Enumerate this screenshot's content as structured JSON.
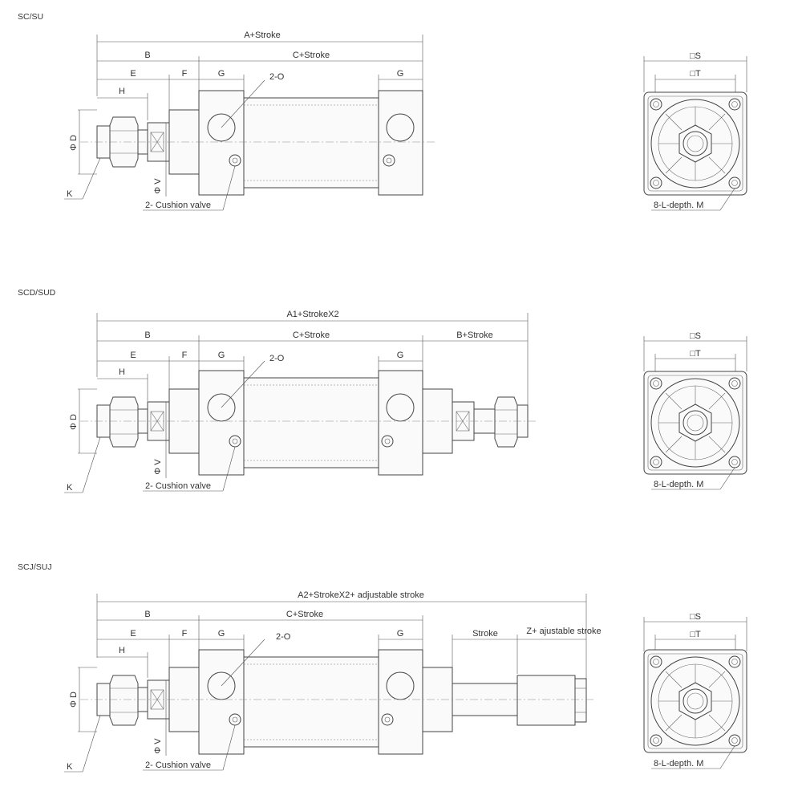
{
  "sections": [
    {
      "id": "sc-su",
      "title": "SC/SU",
      "dims": {
        "total": "A+Stroke",
        "B": "B",
        "C": "C+Stroke",
        "E": "E",
        "F": "F",
        "G1": "G",
        "G2": "G",
        "H": "H",
        "port": "2-O",
        "D": "Φ D",
        "V": "Φ V",
        "K": "K",
        "cushion": "2- Cushion valve"
      },
      "end_view": {
        "S": "□S",
        "T": "□T",
        "L": "8-L-depth. M"
      }
    },
    {
      "id": "scd-sud",
      "title": "SCD/SUD",
      "dims": {
        "total": "A1+StrokeX2",
        "B": "B",
        "C": "C+Stroke",
        "BR": "B+Stroke",
        "E": "E",
        "F": "F",
        "G1": "G",
        "G2": "G",
        "H": "H",
        "port": "2-O",
        "D": "Φ D",
        "V": "Φ V",
        "K": "K",
        "cushion": "2- Cushion valve"
      },
      "end_view": {
        "S": "□S",
        "T": "□T",
        "L": "8-L-depth. M"
      }
    },
    {
      "id": "scj-suj",
      "title": "SCJ/SUJ",
      "dims": {
        "total": "A2+StrokeX2+ adjustable stroke",
        "B": "B",
        "C": "C+Stroke",
        "E": "E",
        "F": "F",
        "G1": "G",
        "G2": "G",
        "H": "H",
        "stroke": "Stroke",
        "Z": "Z+ ajustable stroke",
        "port": "2-O",
        "D": "Φ D",
        "V": "Φ V",
        "K": "K",
        "cushion": "2- Cushion valve"
      },
      "end_view": {
        "S": "□S",
        "T": "□T",
        "L": "8-L-depth. M"
      }
    }
  ]
}
